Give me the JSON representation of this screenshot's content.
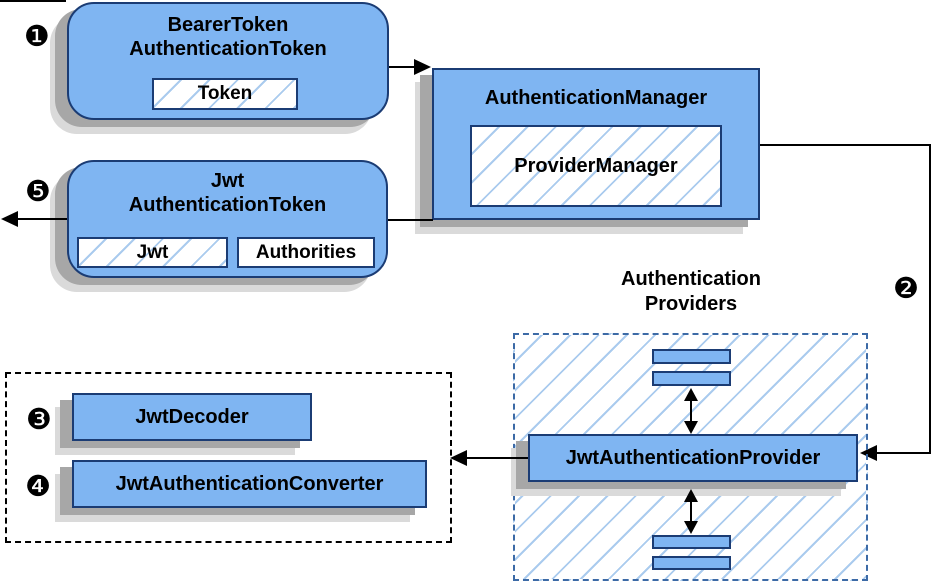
{
  "badges": {
    "step1": "❶",
    "step2": "❷",
    "step3": "❸",
    "step4": "❹",
    "step5": "❺"
  },
  "nodes": {
    "bearer_token_authentication_token": {
      "line1": "BearerToken",
      "line2": "AuthenticationToken",
      "token": "Token"
    },
    "authentication_manager": {
      "title": "AuthenticationManager",
      "provider_manager": "ProviderManager"
    },
    "jwt_authentication_token": {
      "line1": "Jwt",
      "line2": "AuthenticationToken",
      "jwt": "Jwt",
      "authorities": "Authorities"
    },
    "authentication_providers": {
      "line1": "Authentication",
      "line2": "Providers"
    },
    "jwt_authentication_provider": {
      "title": "JwtAuthenticationProvider"
    },
    "jwt_decoder": {
      "title": "JwtDecoder"
    },
    "jwt_authentication_converter": {
      "title": "JwtAuthenticationConverter"
    }
  },
  "colors": {
    "node_fill": "#7fb5f2",
    "node_border": "#1b3c74",
    "hatch_line": "#aacbee",
    "dashed_container_blue": "#3c6aa6",
    "dashed_container_black": "#000000",
    "shadow_dark": "#a7a7a7",
    "shadow_light": "#dadada",
    "arrow": "#000000",
    "text": "#000000",
    "background": "#ffffff"
  }
}
